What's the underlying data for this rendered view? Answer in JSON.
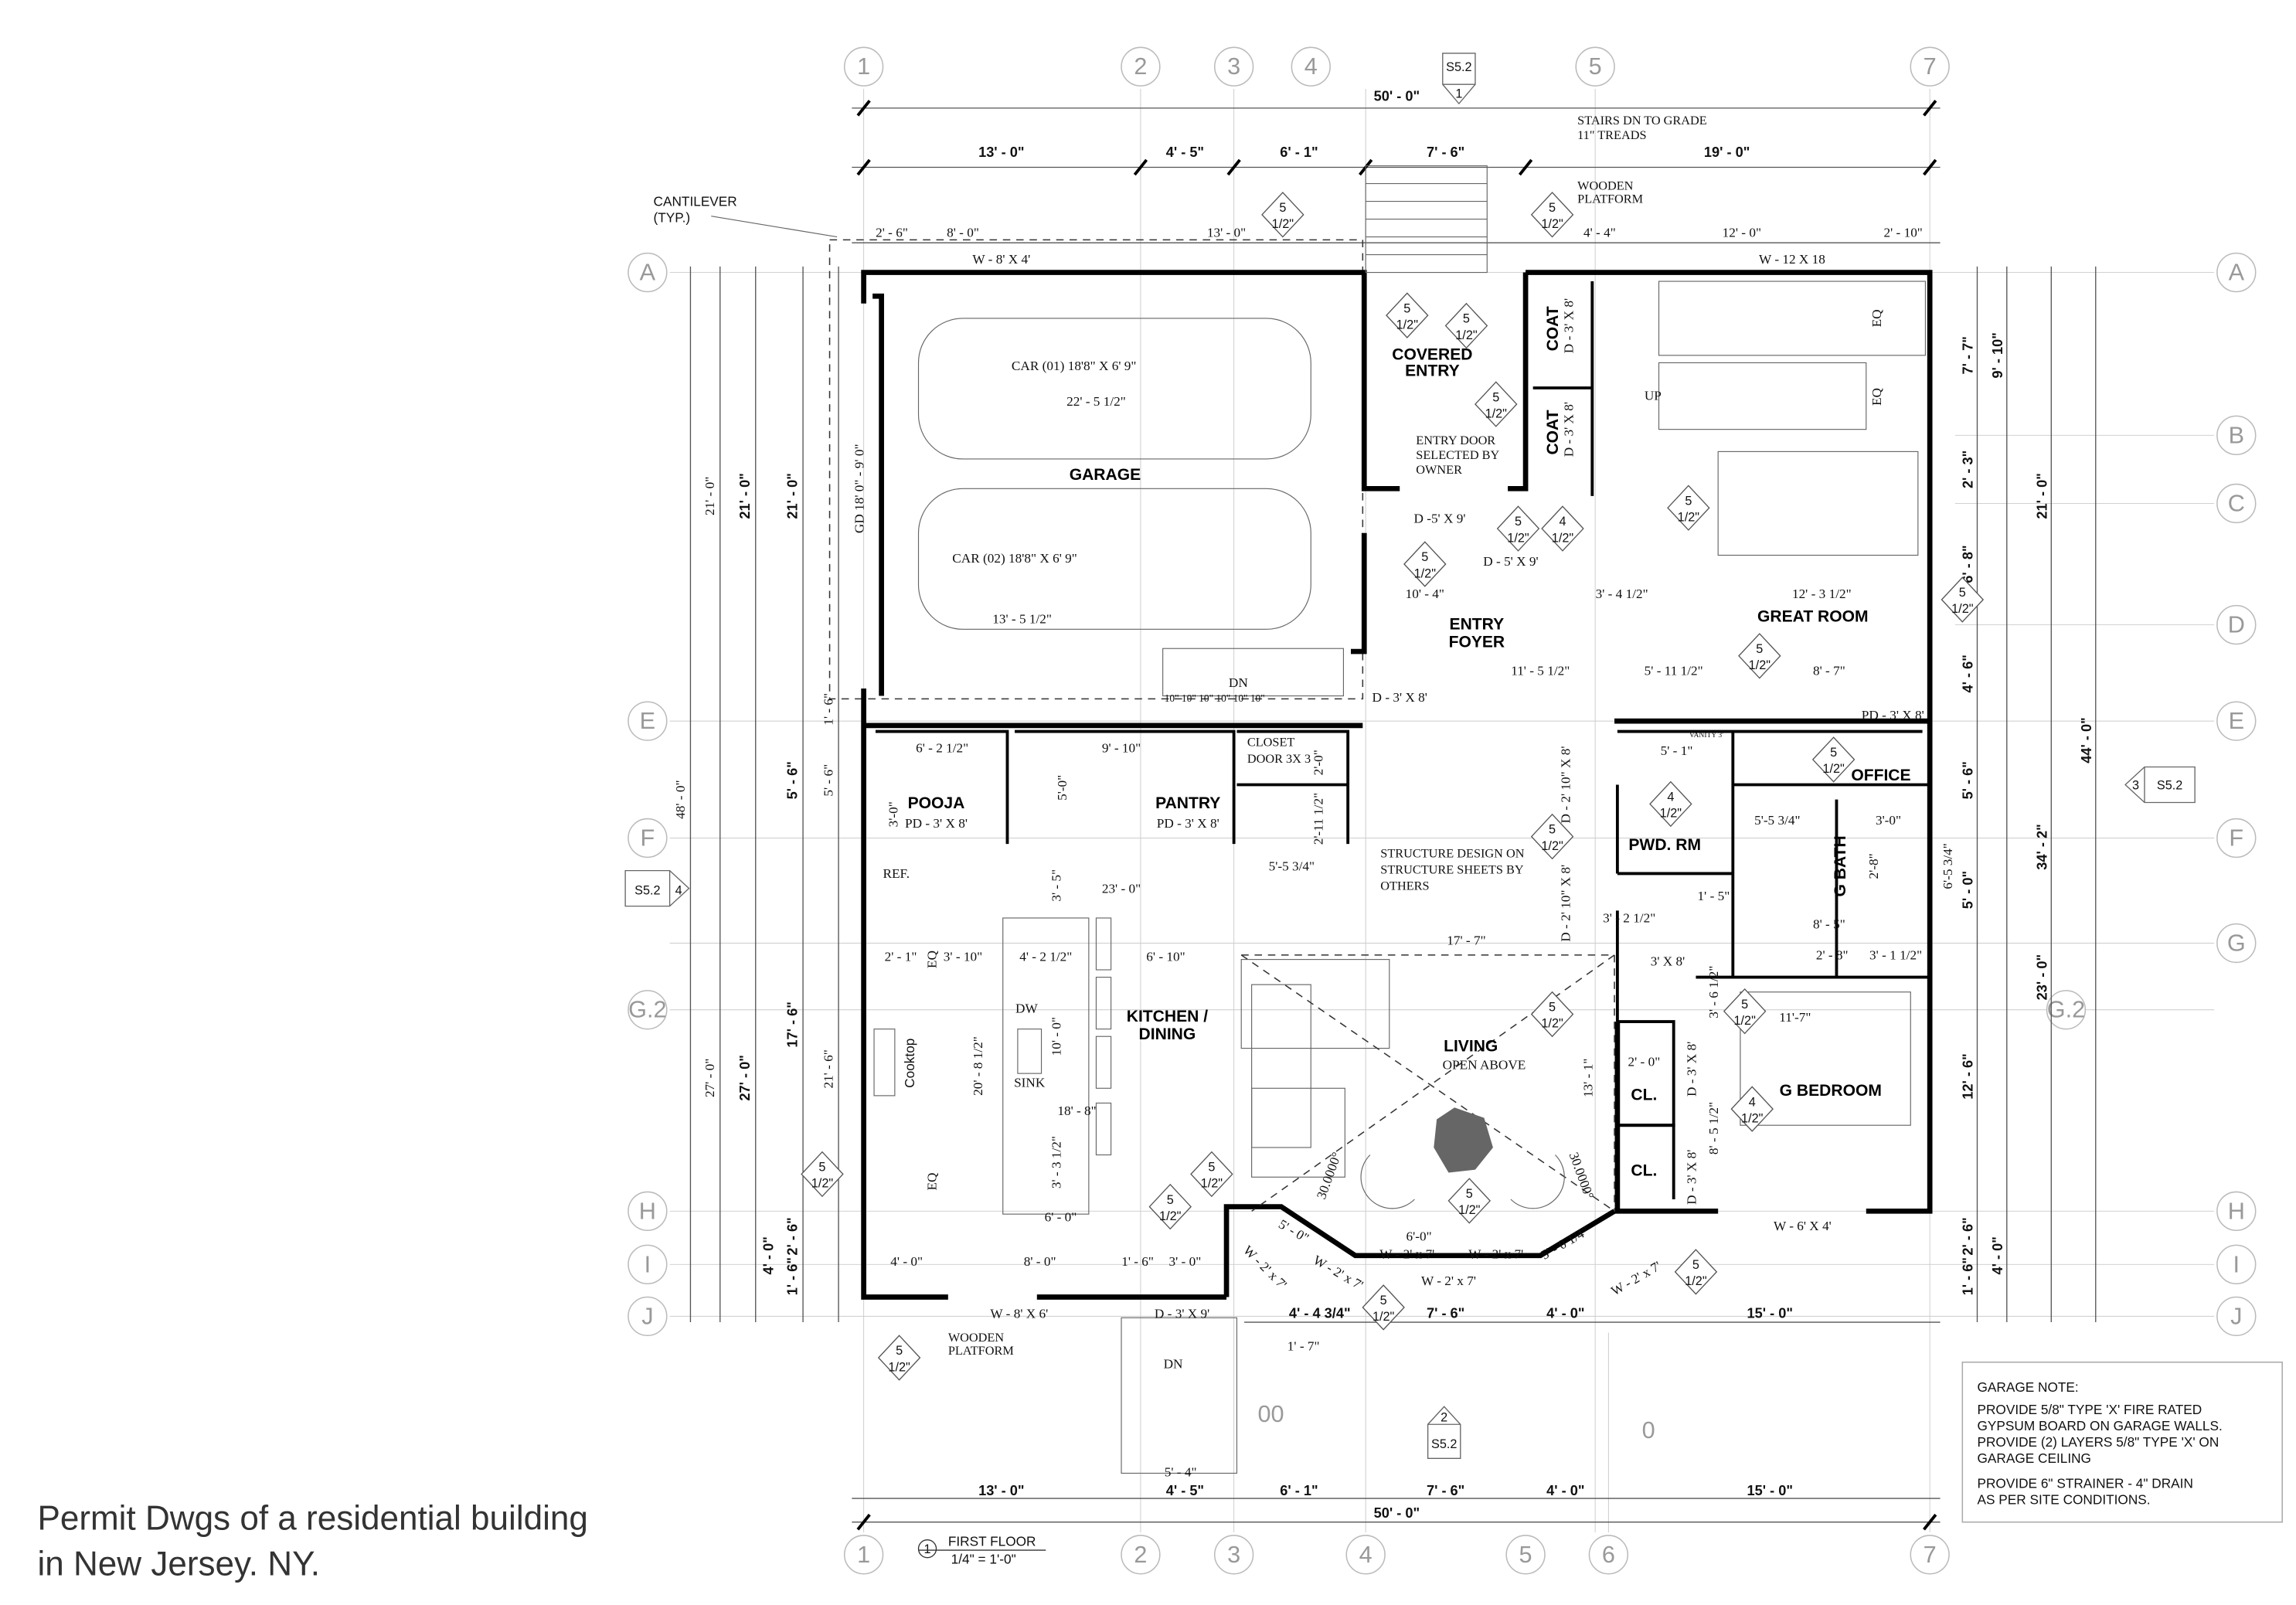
{
  "caption": {
    "line1": "Permit Dwgs of a residential building",
    "line2": "in New Jersey. NY."
  },
  "grid_columns": [
    "1",
    "2",
    "3",
    "4",
    "5",
    "6",
    "7"
  ],
  "grid_rows": [
    "A",
    "B",
    "C",
    "D",
    "E",
    "F",
    "G",
    "G.2",
    "H",
    "I",
    "J"
  ],
  "section_marks": {
    "top": {
      "sheet": "S5.2",
      "num": "1"
    },
    "left": {
      "sheet": "S5.2",
      "num": "4"
    },
    "right": {
      "sheet": "S5.2",
      "num": "3"
    },
    "bottom": {
      "sheet": "S5.2",
      "num": "2"
    }
  },
  "rooms": {
    "garage": "GARAGE",
    "covered_entry_1": "COVERED",
    "covered_entry_2": "ENTRY",
    "coat1": "COAT",
    "coat2": "COAT",
    "entry_foyer_1": "ENTRY",
    "entry_foyer_2": "FOYER",
    "great_room": "GREAT ROOM",
    "office": "OFFICE",
    "pooja": "POOJA",
    "pantry": "PANTRY",
    "pwd_rm": "PWD. RM",
    "g_bath": "G BATH",
    "kitchen_1": "KITCHEN /",
    "kitchen_2": "DINING",
    "living": "LIVING",
    "living_sub": "OPEN ABOVE",
    "g_bedroom": "G BEDROOM",
    "cl1": "CL.",
    "cl2": "CL."
  },
  "top_dims": {
    "overall": "50' - 0\"",
    "segments": [
      "13' - 0\"",
      "4' - 5\"",
      "6' - 1\"",
      "7' - 6\"",
      "19' - 0\""
    ]
  },
  "bottom_dims": {
    "overall": "50' - 0\"",
    "segments": [
      "13' - 0\"",
      "4' - 5\"",
      "6' - 1\"",
      "7' - 6\"",
      "4' - 0\"",
      "15' - 0\""
    ],
    "upper": [
      "4' - 4 3/4\"",
      "7' - 6\"",
      "4' - 0\"",
      "15' - 0\""
    ]
  },
  "left_dims": [
    "21' - 0\"",
    "21' - 0\"",
    "21' - 0\"",
    "48' - 0\"",
    "5' - 6\"",
    "5' - 6\"",
    "27' - 0\"",
    "27' - 0\"",
    "17' - 6\"",
    "21' - 6\"",
    "4' - 0\"",
    "2' - 6\"",
    "1' - 6\"",
    "1' - 6\""
  ],
  "right_dims": [
    "7' - 7\"",
    "9' - 10\"",
    "2' - 3\"",
    "21' - 0\"",
    "6' - 8\"",
    "4' - 6\"",
    "44' - 0\"",
    "5' - 6\"",
    "34' - 2\"",
    "5' - 0\"",
    "23' - 0\"",
    "12' - 6\"",
    "2' - 6\"",
    "4' - 0\"",
    "1' - 6\""
  ],
  "interior_dims": [
    "2' - 6\"",
    "8' - 0\"",
    "13' - 0\"",
    "4' - 4\"",
    "12' - 0\"",
    "2' - 10\"",
    "22' - 5 1/2\"",
    "13' - 5 1/2\"",
    "10' - 4\"",
    "3' - 4 1/2\"",
    "12' - 3 1/2\"",
    "11' - 5 1/2\"",
    "5' - 11 1/2\"",
    "8' - 7\"",
    "6' - 2 1/2\"",
    "9' - 10\"",
    "5'-5 3/4\"",
    "23' - 0\"",
    "3' - 5\"",
    "2' - 1\"",
    "3' - 10\"",
    "4' - 2 1/2\"",
    "6' - 10\"",
    "17' - 7\"",
    "10' - 0\"",
    "18' - 8\"",
    "20' - 8 1/2\"",
    "3' - 3 1/2\"",
    "6' - 0\"",
    "4' - 0\"",
    "8' - 0\"",
    "1' - 6\"",
    "3' - 0\"",
    "1' - 7\"",
    "5' - 0\"",
    "5' - 0 1/4\"",
    "6'-0\"",
    "13' - 1\"",
    "11'-7\"",
    "3' - 6 1/2\"",
    "8' - 5 1/2\"",
    "2' - 8\"",
    "3' - 1 1/2\"",
    "8' - 5\"",
    "5' - 1\"",
    "3' - 2 1/2\"",
    "1' - 5\"",
    "5'-5 3/4\"",
    "3'-0\"",
    "2'-8\"",
    "6'-5 3/4\"",
    "5' - 4\"",
    "2'-11 1/2\"",
    "2'-0\"",
    "5'-0\"",
    "3'-0\"",
    "30.0000°",
    "30.0000°",
    "2' - 0\""
  ],
  "openings": [
    "W - 8' X 4'",
    "W - 12 X 18",
    "D - 3' X 8'",
    "D - 3' X 8'",
    "D -5' X 9'",
    "D - 5' X 9'",
    "D - 3' X 8'",
    "PD - 3' X 8'",
    "PD - 3' X 8'",
    "PD - 3' X 8'",
    "D - 2' 10\" X 8'",
    "D - 2' 10\" X 8'",
    "3' X 8'",
    "D - 3' X 8'",
    "D - 3' X 8'",
    "W - 6' X 4'",
    "W - 8' X 6'",
    "D - 3' X 9'",
    "W - 2' x 7'",
    "W - 2' x 7'",
    "W - 2' x 7'",
    "W - 2' x 7'",
    "W - 2' x 7'",
    "W - 2' x 7'",
    "GD 18' 0\" - 9' 0\""
  ],
  "labels": {
    "car1": "CAR (01) 18'8\" X 6' 9\"",
    "car2": "CAR (02) 18'8\" X 6' 9\"",
    "dn1": "DN",
    "dn2": "DN",
    "up": "UP",
    "treads": "10\" 10\" 10\" 10\" 10\" 10\"",
    "ref": "REF.",
    "dw": "DW",
    "sink": "SINK",
    "cooktop": "Cooktop",
    "eq1": "EQ",
    "eq2": "EQ",
    "eq3": "EQ",
    "eq4": "EQ",
    "vanity": "VANITY 3'",
    "closet_door_1": "CLOSET",
    "closet_door_2": "DOOR 3X 3",
    "marker_00": "00",
    "marker_0": "0"
  },
  "notes": {
    "cantilever_1": "CANTILEVER",
    "cantilever_2": "(TYP.)",
    "stairs_1": "STAIRS DN TO GRADE",
    "stairs_2": "11\" TREADS",
    "platform_1": "WOODEN",
    "platform_2": "PLATFORM",
    "platform_b1": "WOODEN",
    "platform_b2": "PLATFORM",
    "entry_door_1": "ENTRY DOOR",
    "entry_door_2": "SELECTED BY",
    "entry_door_3": "OWNER",
    "structure_1": "STRUCTURE DESIGN ON",
    "structure_2": "STRUCTURE SHEETS BY",
    "structure_3": "OTHERS"
  },
  "slope_tags": {
    "top": "5",
    "bottom": "1/2\"",
    "alt_top": "4"
  },
  "garage_note": {
    "title": "GARAGE NOTE:",
    "p1": [
      "PROVIDE 5/8\" TYPE 'X' FIRE RATED",
      "GYPSUM BOARD ON GARAGE WALLS.",
      "PROVIDE (2) LAYERS 5/8\" TYPE 'X' ON",
      "GARAGE  CEILING"
    ],
    "p2": [
      "PROVIDE 6\" STRAINER -  4\" DRAIN",
      "AS PER SITE CONDITIONS."
    ]
  },
  "drawing_title": {
    "num": "1",
    "name": "FIRST FLOOR",
    "scale": "1/4\" = 1'-0\""
  }
}
